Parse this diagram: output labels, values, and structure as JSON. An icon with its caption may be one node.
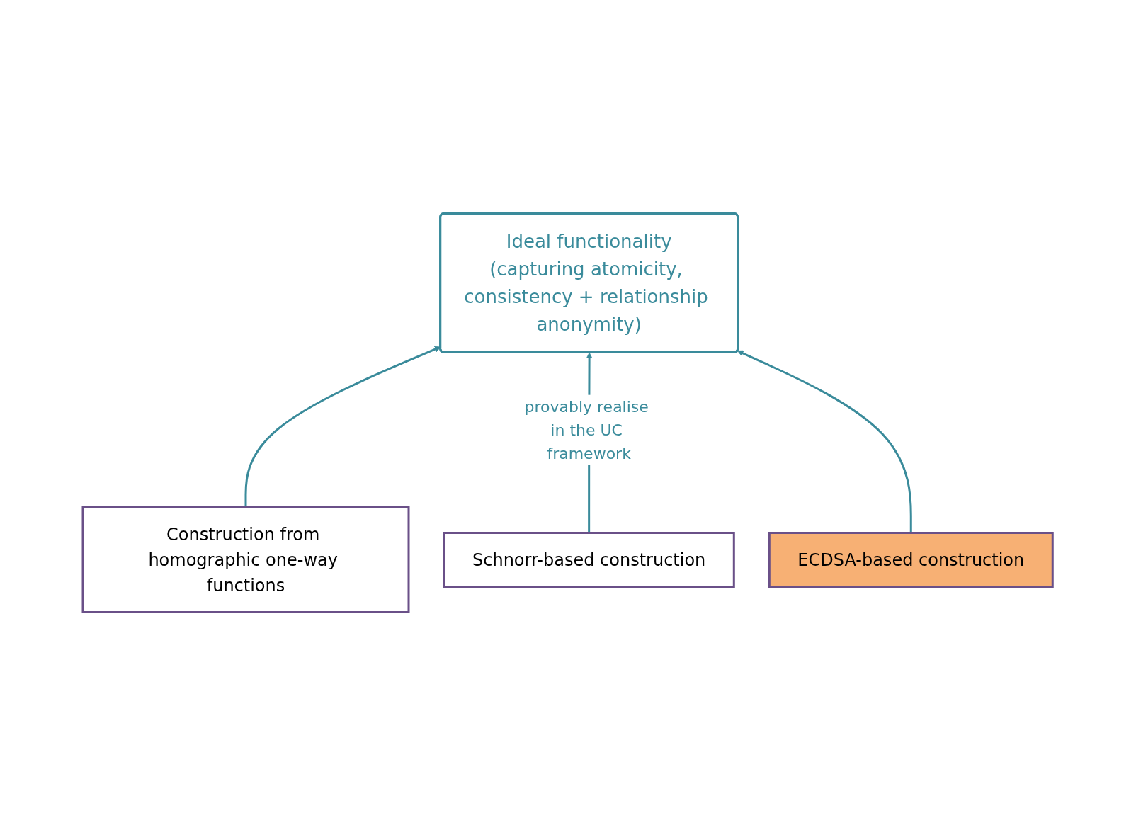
{
  "diagram": {
    "nodes": [
      {
        "text": [
          "Ideal functionality",
          "(capturing atomicity, consistency + relationship anonymity)"
        ]
      },
      {
        "text": [
          "Construction from homographic one-way functions"
        ]
      },
      {
        "text": [
          "Schnorr-based construction"
        ]
      },
      {
        "text": [
          "ECDSA-based construction"
        ]
      }
    ],
    "edges": [
      {
        "from": 1,
        "to": 0,
        "arrow": "to"
      },
      {
        "from": 2,
        "to": 0,
        "arrow": "to",
        "label": "provably realise in the UC framework"
      },
      {
        "from": 3,
        "to": 0,
        "arrow": "to"
      }
    ]
  }
}
